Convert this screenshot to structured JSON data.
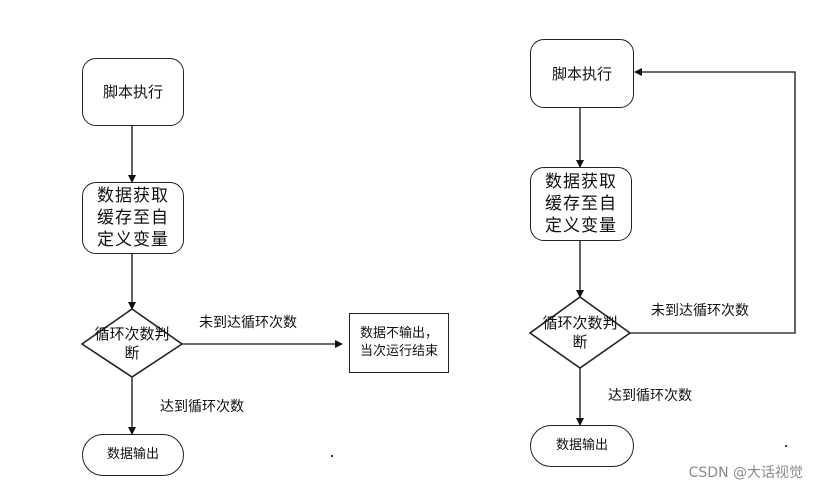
{
  "left_flow": {
    "start": "脚本执行",
    "cache": "数据获取缓存至自定义变量",
    "decision": "循环次数判断",
    "not_reached": "未到达循环次数",
    "reached": "达到循环次数",
    "end_no_output": "数据不输出，当次运行结束",
    "output": "数据输出"
  },
  "right_flow": {
    "start": "脚本执行",
    "cache": "数据获取缓存至自定义变量",
    "decision": "循环次数判断",
    "not_reached": "未到达循环次数",
    "reached": "达到循环次数",
    "output": "数据输出"
  },
  "watermark": "CSDN @大话视觉"
}
